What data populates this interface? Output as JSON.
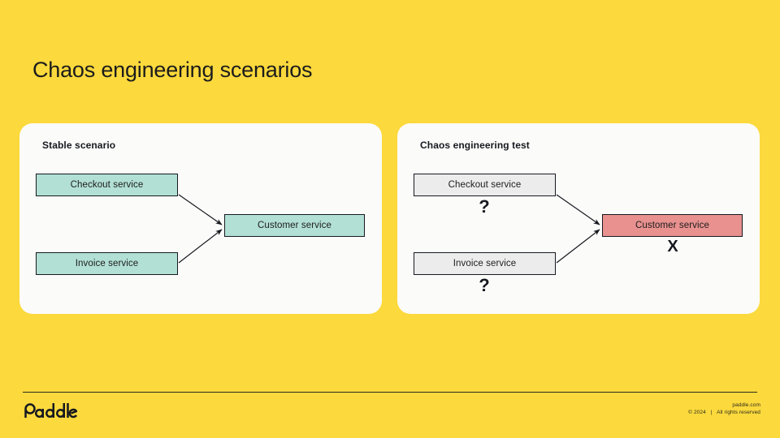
{
  "slide": {
    "title": "Chaos engineering scenarios",
    "background_color": "#fcd93c"
  },
  "colors": {
    "background": "#fcd93c",
    "card": "#fbfbf9",
    "node_stable": "#b2e0d4",
    "node_unknown": "#ececec",
    "node_failed": "#e8918f",
    "stroke": "#16191f",
    "text": "#1c1c1c"
  },
  "cards": [
    {
      "title": "Stable scenario",
      "nodes": {
        "checkout": {
          "label": "Checkout service",
          "state": "stable"
        },
        "invoice": {
          "label": "Invoice service",
          "state": "stable"
        },
        "customer": {
          "label": "Customer service",
          "state": "stable"
        }
      },
      "marks": {
        "checkout": "",
        "invoice": "",
        "customer": ""
      }
    },
    {
      "title": "Chaos engineering test",
      "nodes": {
        "checkout": {
          "label": "Checkout service",
          "state": "unknown"
        },
        "invoice": {
          "label": "Invoice service",
          "state": "unknown"
        },
        "customer": {
          "label": "Customer service",
          "state": "failed"
        }
      },
      "marks": {
        "checkout": "?",
        "invoice": "?",
        "customer": "X"
      }
    }
  ],
  "footer": {
    "logo_text": "paddle",
    "site": "paddle.com",
    "copyright": "© 2024",
    "separator": "|",
    "rights": "All rights reserved"
  }
}
